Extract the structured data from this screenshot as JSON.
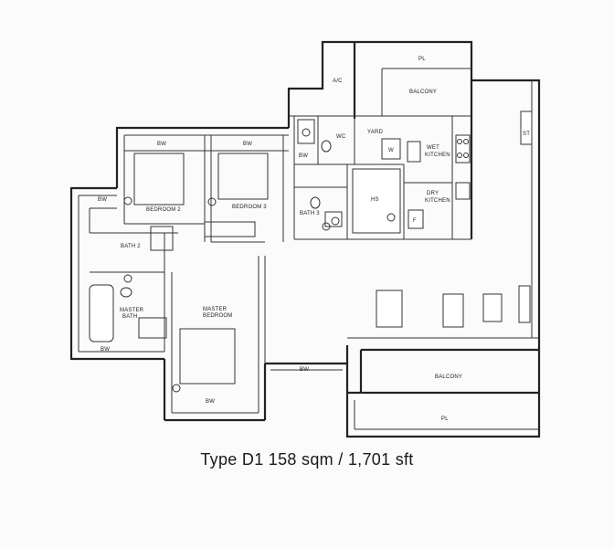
{
  "caption": "Type D1 158 sqm / 1,701 sft",
  "labels": {
    "pl_top": "PL",
    "ac": "A/C",
    "balcony_top": "BALCONY",
    "st": "ST",
    "yard": "YARD",
    "wc": "WC",
    "wet_kitchen_1": "WET",
    "wet_kitchen_2": "KITCHEN",
    "dry_kitchen_1": "DRY",
    "dry_kitchen_2": "KITCHEN",
    "hs": "HS",
    "w": "W",
    "f": "F",
    "bath3": "BATH 3",
    "bw_bed2_top": "BW",
    "bw_bed3_top": "BW",
    "bw_left": "BW",
    "bw_yard": "BW",
    "bedroom2": "BEDROOM 2",
    "bedroom3": "BEDROOM 3",
    "bath2": "BATH 2",
    "master_bath_1": "MASTER",
    "master_bath_2": "BATH",
    "master_bed_1": "MASTER",
    "master_bed_2": "BEDROOM",
    "bw_bottom_left": "BW",
    "bw_bottom_mid": "BW",
    "bw_master": "BW",
    "balcony_bottom": "BALCONY",
    "pl_bottom": "PL"
  }
}
